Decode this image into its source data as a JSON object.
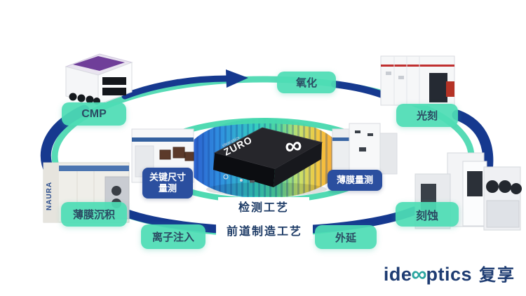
{
  "diagram": {
    "process_steps": [
      {
        "name": "cmp",
        "label": "CMP"
      },
      {
        "name": "oxidation",
        "label": "氧化"
      },
      {
        "name": "lithography",
        "label": "光刻"
      },
      {
        "name": "etching",
        "label": "刻蚀"
      },
      {
        "name": "epitaxy",
        "label": "外延"
      },
      {
        "name": "ion-implantation",
        "label": "离子注入"
      },
      {
        "name": "thin-film-deposition",
        "label": "薄膜沉积"
      }
    ],
    "metrology": {
      "cd_line1": "关键尺寸",
      "cd_line2": "量测",
      "film": "薄膜量测"
    },
    "center": {
      "inspection": "检测工艺",
      "frontend": "前道制造工艺"
    },
    "device": {
      "brand": "ideaoptics",
      "model": "ZURO",
      "infinity_glyph": "∞"
    },
    "machine_brands": {
      "deposition": "NAURA"
    }
  },
  "logo": {
    "en_pre": "ide",
    "infinity": "∞",
    "en_post": "ptics",
    "cn": "复享"
  },
  "colors": {
    "label_bg": "#4eddb5",
    "badge_bg": "#2b4f9f",
    "arrow_navy": "#16398f",
    "ring_teal": "#49d8b0",
    "logo_navy": "#1e3c72",
    "logo_teal": "#2aa5a0"
  }
}
